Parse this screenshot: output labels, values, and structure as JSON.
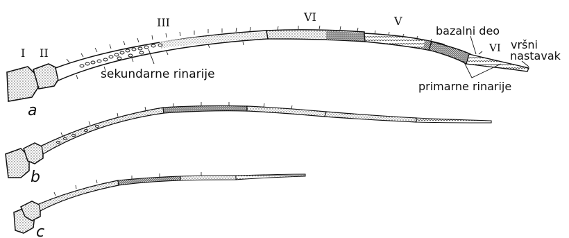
{
  "segment_labels": {
    "one": "I",
    "two": "II",
    "three": "III",
    "six_mid": "VI",
    "five": "V",
    "six_end": "VI"
  },
  "annotations": {
    "secondary_rhinaria": "sekundarne rinarije",
    "basal_part": "bazalni deo",
    "terminal_line1": "vršni",
    "terminal_line2": "nastavak",
    "primary_rhinaria": "primarne rinarije"
  },
  "figure_letters": {
    "a": "a",
    "b": "b",
    "c": "c"
  },
  "colors": {
    "ink": "#111111",
    "stipple": "#5a5a5a",
    "paper": "#ffffff"
  }
}
